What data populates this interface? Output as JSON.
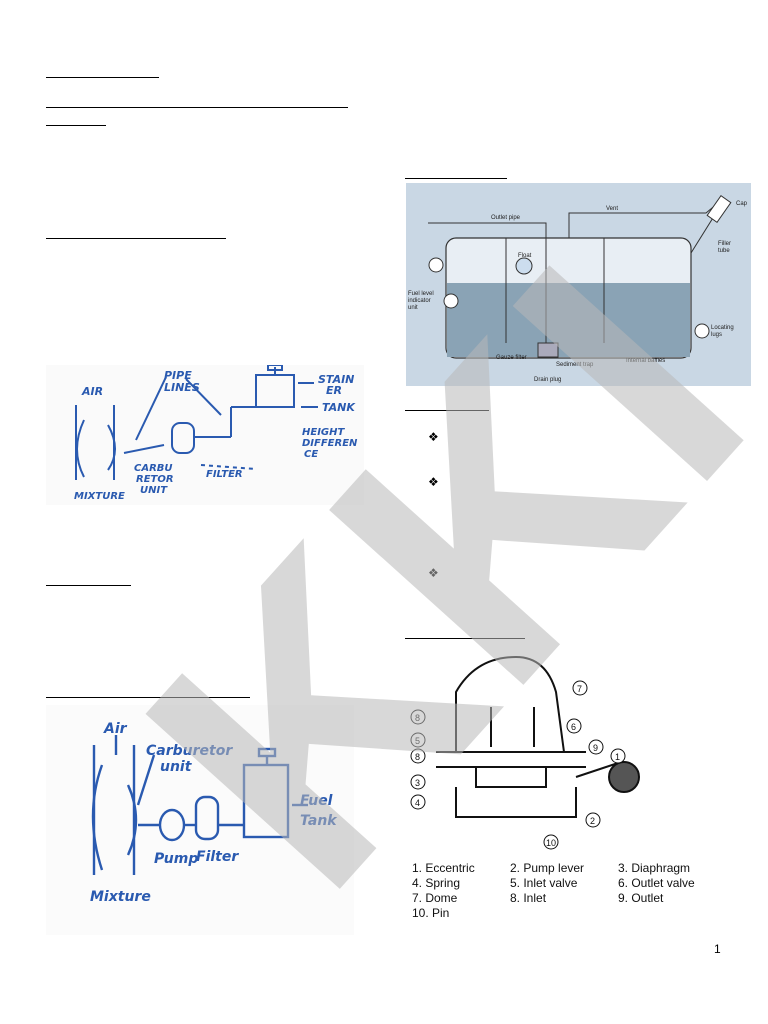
{
  "watermark": {
    "text": "KKI"
  },
  "figures": {
    "fuel_system_sketch_1": {
      "labels": [
        "PIPE",
        "LINES",
        "STAIN",
        "ER",
        "AIR",
        "TANK",
        "HEIGHT",
        "DIFFEREN",
        "CE",
        "CARBU",
        "RETOR",
        "UNIT",
        "FILTER",
        "MIXTURE"
      ]
    },
    "fuel_system_sketch_2": {
      "labels": [
        "Air",
        "Carburetor",
        "unit",
        "Fuel",
        "Tank",
        "Pump",
        "Filter",
        "Mixture"
      ]
    },
    "fuel_tank": {
      "labels": [
        "Outlet pipe",
        "Vent",
        "Cap",
        "Filler",
        "tube",
        "Float",
        "Fuel level",
        "indicator",
        "unit",
        "Locating",
        "lugs",
        "Gauze filter",
        "Sediment trap",
        "Internal baffles",
        "Drain plug"
      ]
    },
    "fuel_pump": {
      "callouts": [
        "1",
        "2",
        "3",
        "4",
        "5",
        "6",
        "7",
        "8",
        "9",
        "10"
      ],
      "legend": [
        "1. Eccentric",
        "2. Pump lever",
        "3. Diaphragm",
        "4. Spring",
        "5. Inlet valve",
        "6. Outlet valve",
        "7. Dome",
        "8. Inlet",
        "9. Outlet",
        "10. Pin"
      ]
    }
  },
  "page_number": "1",
  "colors": {
    "sketch_ink": "#2a5ab0",
    "tank_bg": "#c9d7e4",
    "watermark": "#b8b8b8"
  }
}
